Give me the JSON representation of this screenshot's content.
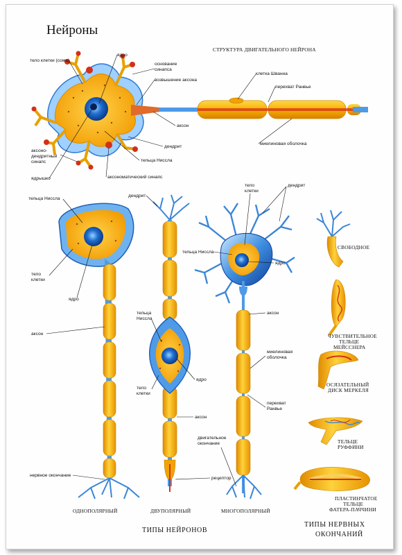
{
  "title": "Нейроны",
  "motor": {
    "heading": "СТРУКТУРА ДВИГАТЕЛЬНОГО НЕЙРОНА",
    "labels": {
      "soma": "тело клетки (сома)",
      "nucleus": "ядро",
      "synapse_base_1": "основание",
      "synapse_base_2": "синапса",
      "axon_hillock": "возвышение аксона",
      "schwann": "клетка Шванна",
      "ranvier": "перехват Ранвье",
      "axon": "аксон",
      "dendrite": "дендрит",
      "nissl": "тельца Нисcла",
      "axodendritic_1": "аксоно-",
      "axodendritic_2": "дендритный",
      "axodendritic_3": "синапс",
      "nucleolus": "ядрышко",
      "axosomatic": "аксономатический синапс",
      "myelin": "миелиновая оболочка"
    }
  },
  "unipolar": {
    "caption": "ОДНОПОЛЯРНЫЙ",
    "labels": {
      "nissl": "тельца Нисcла",
      "body_1": "тело",
      "body_2": "клетки",
      "nucleus": "ядро",
      "axon": "аксон",
      "ending": "нервное окончание"
    }
  },
  "bipolar": {
    "caption": "ДВУПОЛЯРНЫЙ",
    "labels": {
      "dendrite": "дендрит",
      "nissl_1": "тельца",
      "nissl_2": "Ниссла",
      "body_1": "тело",
      "body_2": "клетки",
      "nucleus": "ядро",
      "axon": "аксон",
      "receptor": "рецептор"
    }
  },
  "multipolar": {
    "caption": "МНОГОПОЛЯРНЫЙ",
    "labels": {
      "body_1": "тело",
      "body_2": "клетки",
      "dendrite": "дендрит",
      "nissl": "тельца Ниссла",
      "nucleus": "ядро",
      "axon": "аксон",
      "myelin_1": "миелиновая",
      "myelin_2": "оболочка",
      "ranvier_1": "перехват",
      "ranvier_2": "Ранвье",
      "ending_1": "двигательное",
      "ending_2": "окончание"
    }
  },
  "types_heading": "ТИПЫ НЕЙРОНОВ",
  "endings": {
    "heading_1": "ТИПЫ НЕРВНЫХ",
    "heading_2": "ОКОНЧАНИЙ",
    "free": "СВОБОДНОЕ",
    "meissner_1": "ЧУВСТВИТЕЛЬНОЕ",
    "meissner_2": "ТЕЛЬЦЕ",
    "meissner_3": "МЕЙССНЕРА",
    "merkel_1": "ОСЯЗАТЕЛЬНЫЙ",
    "merkel_2": "ДИСК МЕРКЕЛЯ",
    "ruffini_1": "ТЕЛЬЦЕ",
    "ruffini_2": "РУФФИНИ",
    "pacini_1": "ПЛАСТИНЧАТОЕ",
    "pacini_2": "ТЕЛЬЦЕ",
    "pacini_3": "ФАТЕРА-ПАЧЧИНИ"
  }
}
